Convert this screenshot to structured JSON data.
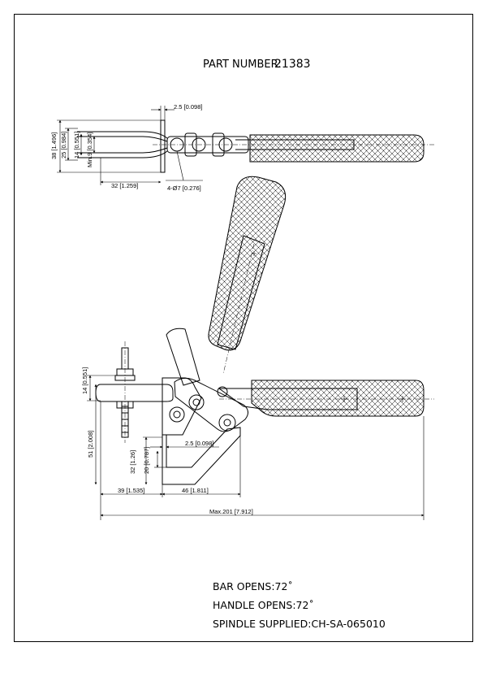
{
  "header": {
    "part_number_label": "PART NUMBER:",
    "part_number_value": "21383"
  },
  "top_view_dims": {
    "thickness": "2.5 [0.098]",
    "overall_height": "38 [1.496]",
    "inner_height": "25 [0.984]",
    "slot_width": "14 [0.551]",
    "min_gap": "Min.9 [0.354]",
    "depth": "32 [1.259]",
    "holes": "4-Ø7 [0.276]"
  },
  "side_view_dims": {
    "spindle_height": "14 [0.551]",
    "total_height": "51 [2.008]",
    "base_to_pivot": "32 [1.26]",
    "base_height": "20 [0.787]",
    "plate_thickness": "2.5 [0.098]",
    "reach": "39 [1.535]",
    "base_length": "46 [1.811]",
    "max_length": "Max.201 [7.912]"
  },
  "notes": {
    "bar_opens": "BAR OPENS:72˚",
    "handle_opens": "HANDLE OPENS:72˚",
    "spindle": "SPINDLE SUPPLIED:CH-SA-065010"
  }
}
